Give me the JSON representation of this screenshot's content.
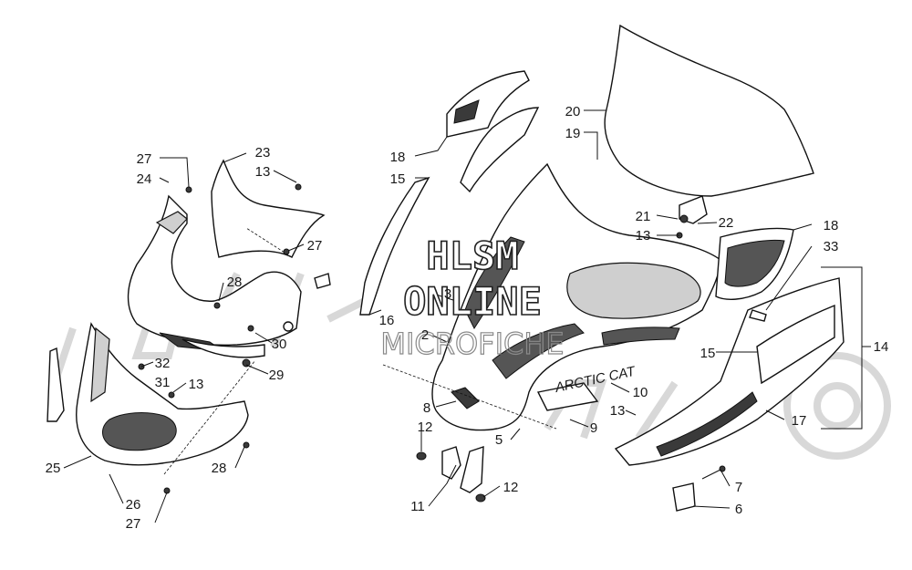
{
  "watermark": {
    "line1": "HLSM",
    "line2": "ONLINE",
    "line3": "MICROFICHE",
    "background_logo": "ARCTIC CAT"
  },
  "decals": {
    "side": "ARCTIC CAT"
  },
  "callouts": [
    {
      "id": "c20",
      "text": "20"
    },
    {
      "id": "c19",
      "text": "19"
    },
    {
      "id": "c18a",
      "text": "18"
    },
    {
      "id": "c15a",
      "text": "15"
    },
    {
      "id": "c23",
      "text": "23"
    },
    {
      "id": "c13a",
      "text": "13"
    },
    {
      "id": "c27a",
      "text": "27"
    },
    {
      "id": "c24",
      "text": "24"
    },
    {
      "id": "c27b",
      "text": "27"
    },
    {
      "id": "c28a",
      "text": "28"
    },
    {
      "id": "c16",
      "text": "16"
    },
    {
      "id": "c3",
      "text": "3"
    },
    {
      "id": "c2",
      "text": "2"
    },
    {
      "id": "c30",
      "text": "30"
    },
    {
      "id": "c29",
      "text": "29"
    },
    {
      "id": "c32",
      "text": "32"
    },
    {
      "id": "c31",
      "text": "31"
    },
    {
      "id": "c13b",
      "text": "13"
    },
    {
      "id": "c21",
      "text": "21"
    },
    {
      "id": "c22",
      "text": "22"
    },
    {
      "id": "c13c",
      "text": "13"
    },
    {
      "id": "c18b",
      "text": "18"
    },
    {
      "id": "c33",
      "text": "33"
    },
    {
      "id": "c14",
      "text": "14"
    },
    {
      "id": "c15b",
      "text": "15"
    },
    {
      "id": "c10",
      "text": "10"
    },
    {
      "id": "c17",
      "text": "17"
    },
    {
      "id": "c8",
      "text": "8"
    },
    {
      "id": "c13d",
      "text": "13"
    },
    {
      "id": "c9",
      "text": "9"
    },
    {
      "id": "c12a",
      "text": "12"
    },
    {
      "id": "c5",
      "text": "5"
    },
    {
      "id": "c25",
      "text": "25"
    },
    {
      "id": "c28b",
      "text": "28"
    },
    {
      "id": "c11",
      "text": "11"
    },
    {
      "id": "c12b",
      "text": "12"
    },
    {
      "id": "c7",
      "text": "7"
    },
    {
      "id": "c26",
      "text": "26"
    },
    {
      "id": "c27c",
      "text": "27"
    },
    {
      "id": "c6",
      "text": "6"
    }
  ]
}
